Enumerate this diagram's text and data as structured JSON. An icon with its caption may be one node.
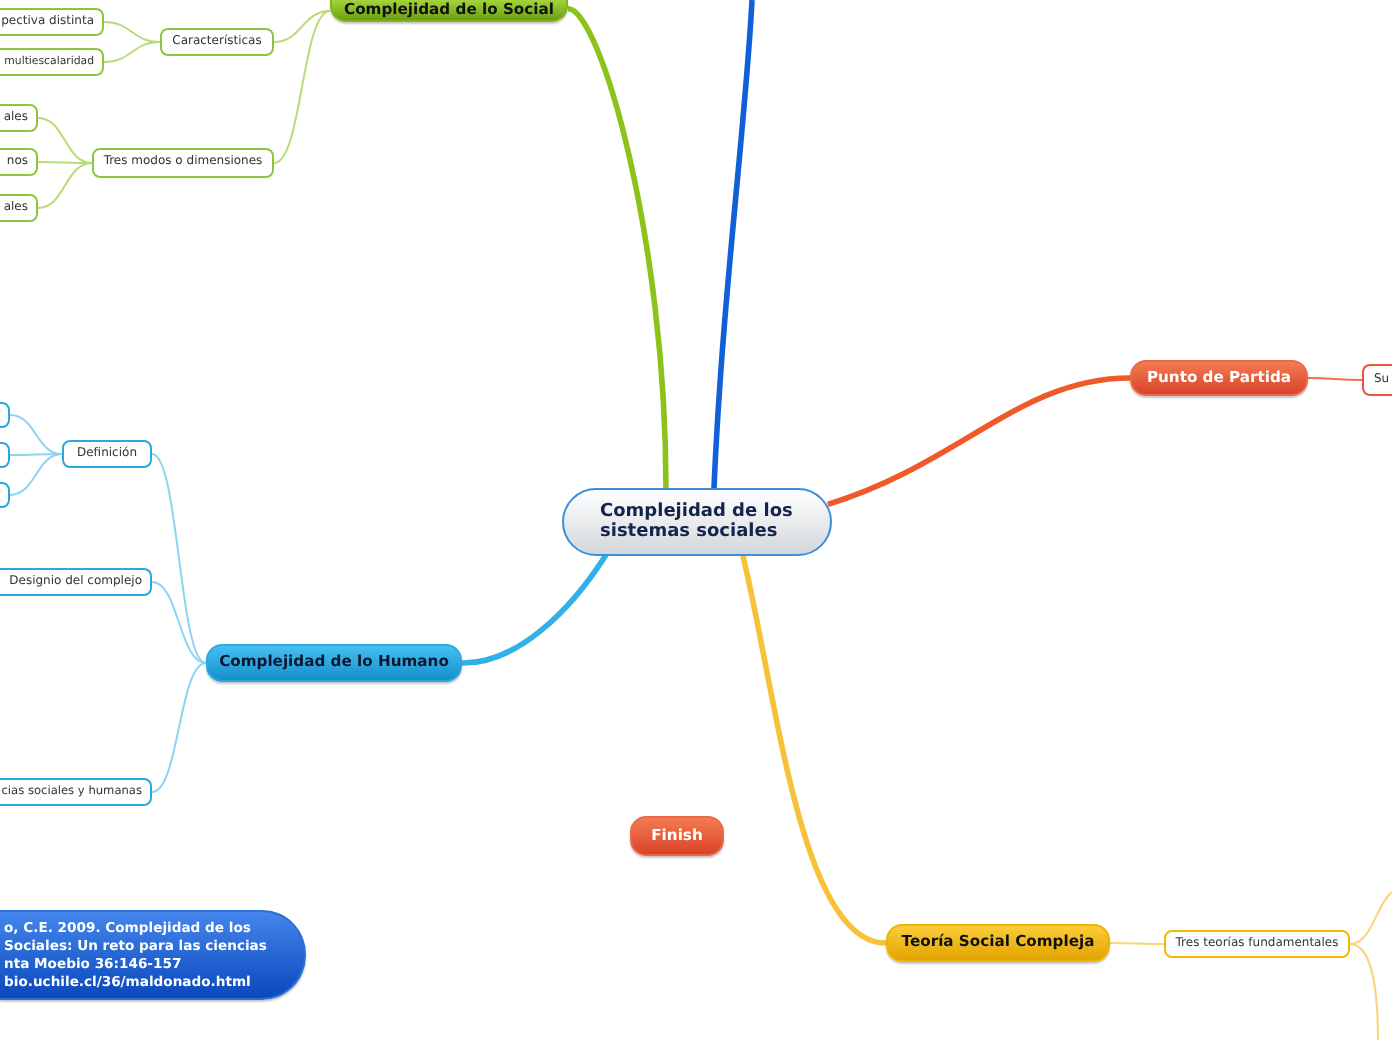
{
  "diagram": {
    "nodes": [
      {
        "text": [
          "Complejidad de los sistemas sociales"
        ]
      },
      {
        "text": [
          "Complejidad de lo Social"
        ]
      },
      {
        "text": [
          "Características"
        ]
      },
      {
        "text": [
          "pectiva distinta"
        ]
      },
      {
        "text": [
          "multiescalaridad"
        ]
      },
      {
        "text": [
          "Tres modos o dimensiones"
        ]
      },
      {
        "text": [
          "ales"
        ]
      },
      {
        "text": [
          "nos"
        ]
      },
      {
        "text": [
          "ales"
        ]
      },
      {
        "text": [
          "Punto de Partida"
        ]
      },
      {
        "text": [
          "Su"
        ]
      },
      {
        "text": [
          "Complejidad de lo Humano"
        ]
      },
      {
        "text": [
          "Definición"
        ]
      },
      {
        "text": [],
        "shape": "box"
      },
      {
        "text": [],
        "shape": "box"
      },
      {
        "text": [],
        "shape": "box"
      },
      {
        "text": [
          "Designio del complejo"
        ]
      },
      {
        "text": [
          "cias sociales y humanas"
        ]
      },
      {
        "text": [
          "Teoría Social Compleja"
        ]
      },
      {
        "text": [
          "Tres teorías fundamentales"
        ]
      },
      {
        "text": [
          "Finish"
        ]
      },
      {
        "text": [
          "o, C.E. 2009. Complejidad de los Sociales: Un reto para las ciencias nta Moebio 36:146-157 bio.uchile.cl/36/maldonado.html"
        ]
      }
    ],
    "edges": [
      {
        "from": 0,
        "to": 1,
        "arrow": "none",
        "style": "thick",
        "color": "#8cc21a"
      },
      {
        "from": 1,
        "to": 2,
        "arrow": "none",
        "color": "#b9dc7a"
      },
      {
        "from": 2,
        "to": 3,
        "arrow": "none",
        "color": "#b9dc7a"
      },
      {
        "from": 2,
        "to": 4,
        "arrow": "none",
        "color": "#b9dc7a"
      },
      {
        "from": 1,
        "to": 5,
        "arrow": "none",
        "color": "#b9dc7a"
      },
      {
        "from": 5,
        "to": 6,
        "arrow": "none",
        "color": "#b9dc7a"
      },
      {
        "from": 5,
        "to": 7,
        "arrow": "none",
        "color": "#b9dc7a"
      },
      {
        "from": 5,
        "to": 8,
        "arrow": "none",
        "color": "#b9dc7a"
      },
      {
        "from": 0,
        "to": null,
        "arrow": "none",
        "style": "thick",
        "color": "#1060d8"
      },
      {
        "from": 0,
        "to": 9,
        "arrow": "none",
        "style": "thick",
        "color": "#f05a2a"
      },
      {
        "from": 9,
        "to": 10,
        "arrow": "none",
        "color": "#f07050"
      },
      {
        "from": 0,
        "to": 11,
        "arrow": "none",
        "style": "thick",
        "color": "#32b0e8"
      },
      {
        "from": 11,
        "to": 12,
        "arrow": "none",
        "color": "#8cd4f2"
      },
      {
        "from": 12,
        "to": 13,
        "arrow": "none",
        "color": "#8cd4f2"
      },
      {
        "from": 12,
        "to": 14,
        "arrow": "none",
        "color": "#8cd4f2"
      },
      {
        "from": 12,
        "to": 15,
        "arrow": "none",
        "color": "#8cd4f2"
      },
      {
        "from": 11,
        "to": 16,
        "arrow": "none",
        "color": "#8cd4f2"
      },
      {
        "from": 11,
        "to": 17,
        "arrow": "none",
        "color": "#8cd4f2"
      },
      {
        "from": 0,
        "to": 18,
        "arrow": "none",
        "style": "thick",
        "color": "#f7c23a"
      },
      {
        "from": 18,
        "to": 19,
        "arrow": "none",
        "color": "#f9d47a"
      },
      {
        "from": 19,
        "to": null,
        "arrow": "none",
        "color": "#f9d47a"
      },
      {
        "from": 19,
        "to": null,
        "arrow": "none",
        "color": "#f9d47a"
      }
    ]
  }
}
